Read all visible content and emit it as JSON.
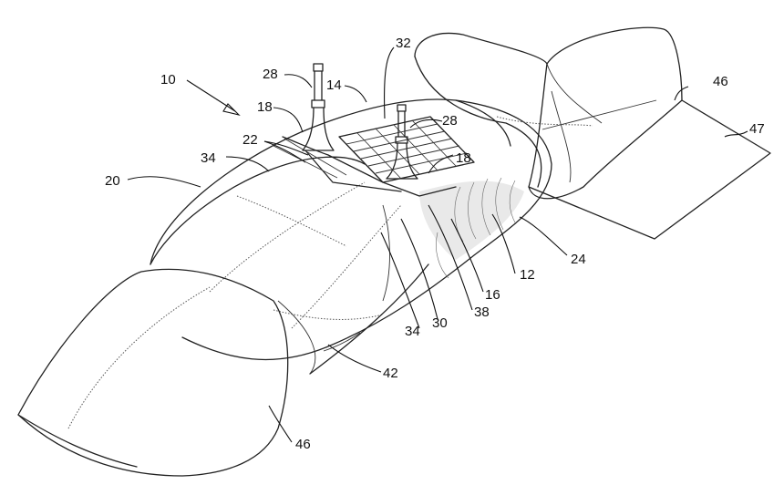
{
  "labels": {
    "n10": "10",
    "n28a": "28",
    "n14": "14",
    "n32": "32",
    "n46a": "46",
    "n47": "47",
    "n18a": "18",
    "n28b": "28",
    "n22": "22",
    "n34a": "34",
    "n18b": "18",
    "n20": "20",
    "n24": "24",
    "n12": "12",
    "n16": "16",
    "n38": "38",
    "n30": "30",
    "n34b": "34",
    "n42": "42",
    "n46b": "46"
  }
}
